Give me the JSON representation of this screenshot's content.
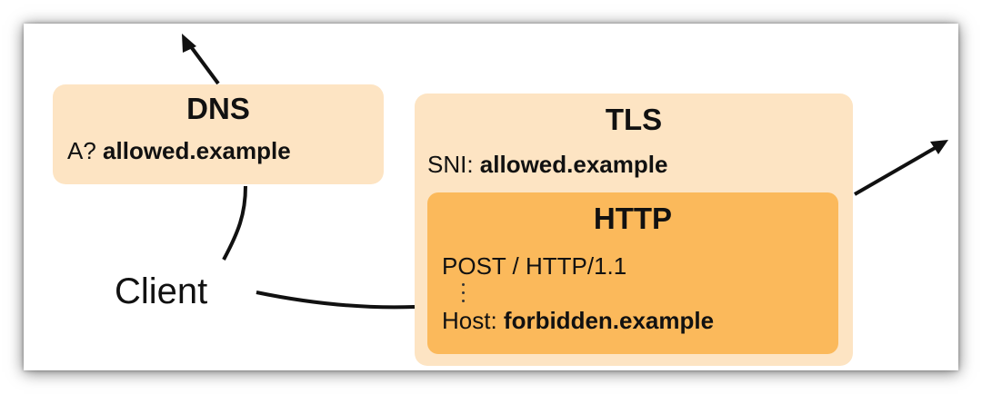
{
  "colors": {
    "dns_fill": "#fde4c3",
    "tls_fill": "#fde4c3",
    "http_fill": "#fbb95b"
  },
  "client": {
    "label": "Client"
  },
  "dns": {
    "title": "DNS",
    "query_prefix": "A? ",
    "query_value": "allowed.example"
  },
  "tls": {
    "title": "TLS",
    "sni_prefix": "SNI: ",
    "sni_value": "allowed.example"
  },
  "http": {
    "title": "HTTP",
    "request_line": "POST / HTTP/1.1",
    "host_prefix": "Host: ",
    "host_value": "forbidden.example"
  }
}
